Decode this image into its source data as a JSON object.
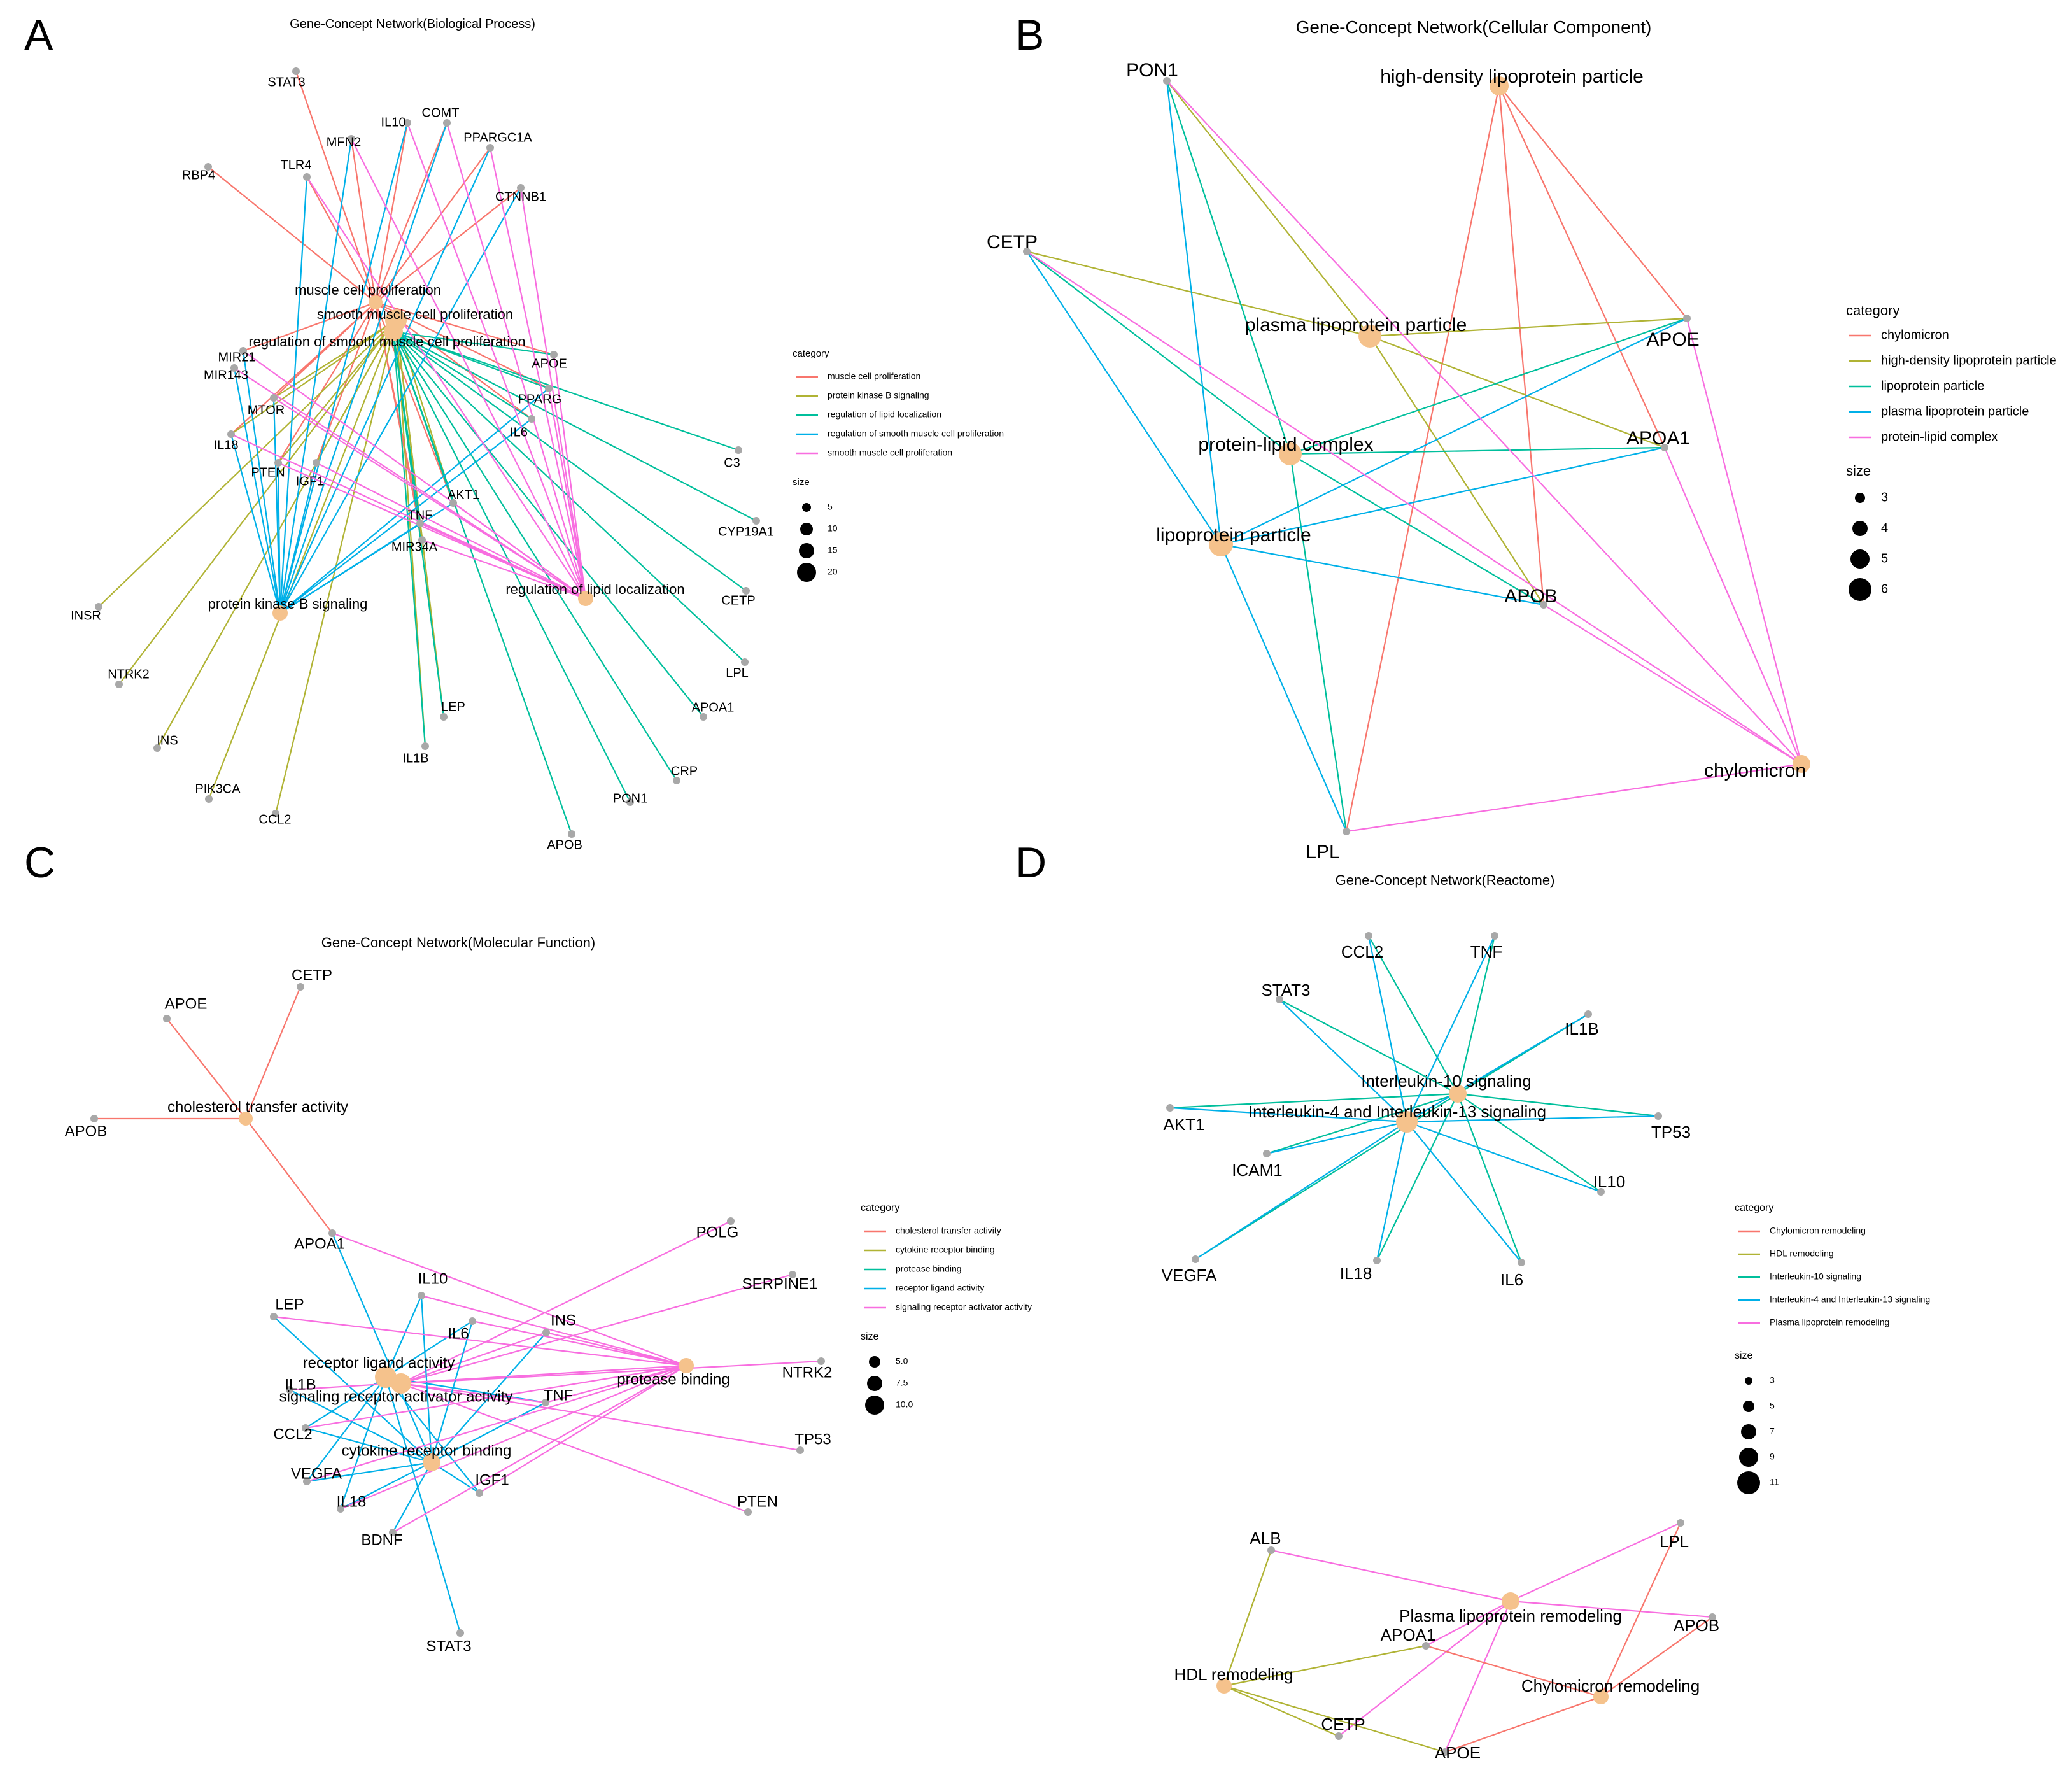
{
  "legend_colors": {
    "pink": "#f8766d",
    "olive": "#b0b334",
    "teal": "#00bf9c",
    "blue": "#00b0e8",
    "magenta": "#f86ee0",
    "concept_node": "#f5c28c",
    "gene_node": "#a8a8a8"
  },
  "panels": [
    {
      "letter": "A",
      "title": "Gene-Concept Network(Biological Process)",
      "legend": {
        "category_title": "category",
        "categories": [
          {
            "label": "muscle cell proliferation",
            "color": "#f8766d"
          },
          {
            "label": "protein kinase B signaling",
            "color": "#b0b334"
          },
          {
            "label": "regulation of lipid localization",
            "color": "#00bf9c"
          },
          {
            "label": "regulation of smooth muscle cell proliferation",
            "color": "#00b0e8"
          },
          {
            "label": "smooth muscle cell proliferation",
            "color": "#f86ee0"
          }
        ],
        "size_title": "size",
        "sizes": [
          "5",
          "10",
          "15",
          "20"
        ]
      },
      "concepts": [
        {
          "label": "muscle cell proliferation"
        },
        {
          "label": "smooth muscle cell proliferation"
        },
        {
          "label": "regulation of smooth muscle cell proliferation"
        },
        {
          "label": "protein kinase B signaling"
        },
        {
          "label": "regulation of lipid localization"
        }
      ],
      "genes": [
        "STAT3",
        "IL10",
        "COMT",
        "MFN2",
        "PPARGC1A",
        "TLR4",
        "RBP4",
        "CTNNB1",
        "MIR21",
        "MIR143",
        "APOE",
        "PPARG",
        "MTOR",
        "IL6",
        "IL18",
        "PTEN",
        "IGF1",
        "AKT1",
        "TNF",
        "MIR34A",
        "C3",
        "CYP19A1",
        "CETP",
        "INSR",
        "NTRK2",
        "LPL",
        "LEP",
        "APOA1",
        "INS",
        "IL1B",
        "CRP",
        "PIK3CA",
        "PON1",
        "CCL2",
        "APOB"
      ]
    },
    {
      "letter": "B",
      "title": "Gene-Concept Network(Cellular Component)",
      "legend": {
        "category_title": "category",
        "categories": [
          {
            "label": "chylomicron",
            "color": "#f8766d"
          },
          {
            "label": "high-density lipoprotein particle",
            "color": "#b0b334"
          },
          {
            "label": "lipoprotein particle",
            "color": "#00bf9c"
          },
          {
            "label": "plasma lipoprotein particle",
            "color": "#00b0e8"
          },
          {
            "label": "protein-lipid complex",
            "color": "#f86ee0"
          }
        ],
        "size_title": "size",
        "sizes": [
          "3",
          "4",
          "5",
          "6"
        ]
      },
      "concepts": [
        {
          "label": "high-density lipoprotein particle"
        },
        {
          "label": "plasma lipoprotein particle"
        },
        {
          "label": "protein-lipid complex"
        },
        {
          "label": "lipoprotein particle"
        },
        {
          "label": "chylomicron"
        }
      ],
      "genes": [
        "PON1",
        "CETP",
        "APOE",
        "APOA1",
        "APOB",
        "LPL"
      ]
    },
    {
      "letter": "C",
      "title": "Gene-Concept Network(Molecular Function)",
      "legend": {
        "category_title": "category",
        "categories": [
          {
            "label": "cholesterol transfer activity",
            "color": "#f8766d"
          },
          {
            "label": "cytokine receptor binding",
            "color": "#b0b334"
          },
          {
            "label": "protease binding",
            "color": "#00bf9c"
          },
          {
            "label": "receptor ligand activity",
            "color": "#00b0e8"
          },
          {
            "label": "signaling receptor activator activity",
            "color": "#f86ee0"
          }
        ],
        "size_title": "size",
        "sizes": [
          "5.0",
          "7.5",
          "10.0"
        ]
      },
      "concepts": [
        {
          "label": "cholesterol transfer activity"
        },
        {
          "label": "receptor ligand activity"
        },
        {
          "label": "signaling receptor activator activity"
        },
        {
          "label": "cytokine receptor binding"
        },
        {
          "label": "protease binding"
        }
      ],
      "genes": [
        "CETP",
        "APOE",
        "APOB",
        "APOA1",
        "IL10",
        "LEP",
        "IL6",
        "INS",
        "IL1B",
        "TNF",
        "CCL2",
        "VEGFA",
        "IGF1",
        "IL18",
        "BDNF",
        "STAT3",
        "POLG",
        "SERPINE1",
        "NTRK2",
        "TP53",
        "PTEN"
      ]
    },
    {
      "letter": "D",
      "title": "Gene-Concept Network(Reactome)",
      "legend": {
        "category_title": "category",
        "categories": [
          {
            "label": "Chylomicron remodeling",
            "color": "#f8766d"
          },
          {
            "label": "HDL remodeling",
            "color": "#b0b334"
          },
          {
            "label": "Interleukin-10 signaling",
            "color": "#00bf9c"
          },
          {
            "label": "Interleukin-4 and Interleukin-13 signaling",
            "color": "#00b0e8"
          },
          {
            "label": "Plasma lipoprotein remodeling",
            "color": "#f86ee0"
          }
        ],
        "size_title": "size",
        "sizes": [
          "3",
          "5",
          "7",
          "9",
          "11"
        ]
      },
      "concepts": [
        {
          "label": "Interleukin-10 signaling"
        },
        {
          "label": "Interleukin-4 and Interleukin-13 signaling"
        },
        {
          "label": "Plasma lipoprotein remodeling"
        },
        {
          "label": "HDL remodeling"
        },
        {
          "label": "Chylomicron remodeling"
        }
      ],
      "genes": [
        "CCL2",
        "TNF",
        "STAT3",
        "IL1B",
        "AKT1",
        "TP53",
        "ICAM1",
        "IL10",
        "VEGFA",
        "IL18",
        "IL6",
        "ALB",
        "LPL",
        "APOB",
        "APOA1",
        "CETP",
        "APOE"
      ]
    }
  ]
}
